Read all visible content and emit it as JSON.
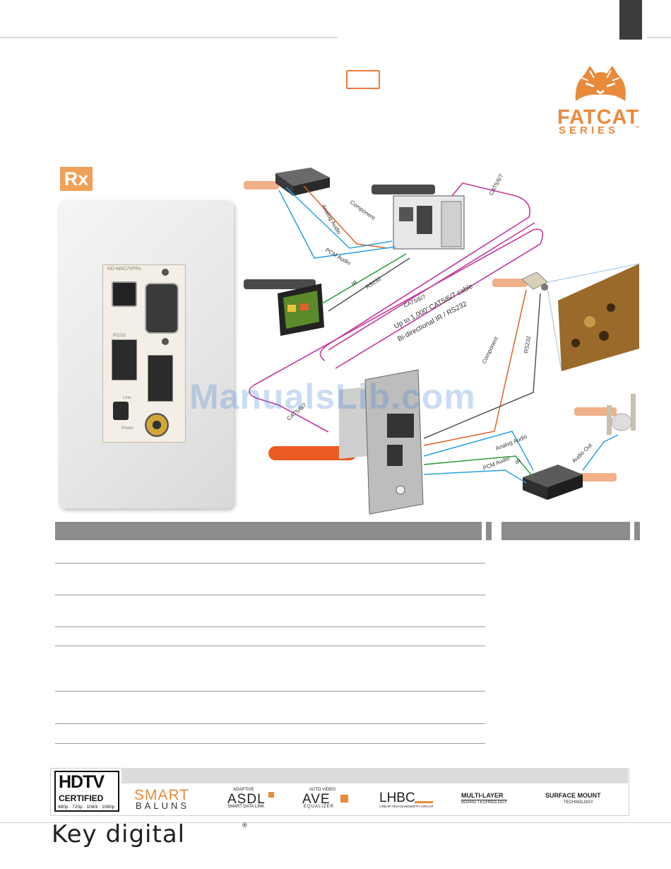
{
  "header": {
    "badge": "Rx"
  },
  "brand": {
    "fatcat_line1": "FATCAT",
    "fatcat_line2": "SERIES",
    "tm": "™",
    "footer_logo": "Key digital",
    "registered": "®",
    "colors": {
      "orange": "#e98a3a",
      "accent": "#ec5a24",
      "pink": "#c0399a"
    }
  },
  "diagram": {
    "cable_labels": [
      "CAT5/6/7",
      "CAT5/6/7",
      "CAT5/6/7"
    ],
    "cable_note_line1": "Up to 1,000' CAT5/6/7 cable",
    "cable_note_line2": "Bi-directional IR / RS232",
    "signal_labels": {
      "analog_audio": "Analog Audio",
      "component": "Component",
      "pcm_audio": "PCM Audio",
      "ir": "IR",
      "rs232": "RS232",
      "audio_out": "Audio Out"
    }
  },
  "plate": {
    "model": "KD-WAC/VPRx",
    "ports": [
      "RS232",
      "Line",
      "Power"
    ]
  },
  "tech_logos": {
    "hdtv": "HDTV",
    "hdtv_certified": "CERTIFIED",
    "hdtv_res": "480p · 720p · 1080i · 1080p",
    "smart": "SMART",
    "baluns": "BALUNS",
    "asdl_top": "ADAPTIVE",
    "asdl": "ASDL",
    "asdl_sub": "SMART DATA LINK",
    "ave_top": "AUTO VIDEO",
    "ave": "AVE",
    "ave_sub": "EQUALIZER",
    "lhbc": "LHBC",
    "lhbc_sub": "LINEAR HIGH BANDWIDTH CIRCUIT",
    "multilayer": "MULTI-LAYER",
    "multilayer_sub": "BOARD TECHNOLOGY",
    "surface": "SURFACE MOUNT",
    "surface_sub": "TECHNOLOGY"
  },
  "watermark": "ManualsLib.com"
}
